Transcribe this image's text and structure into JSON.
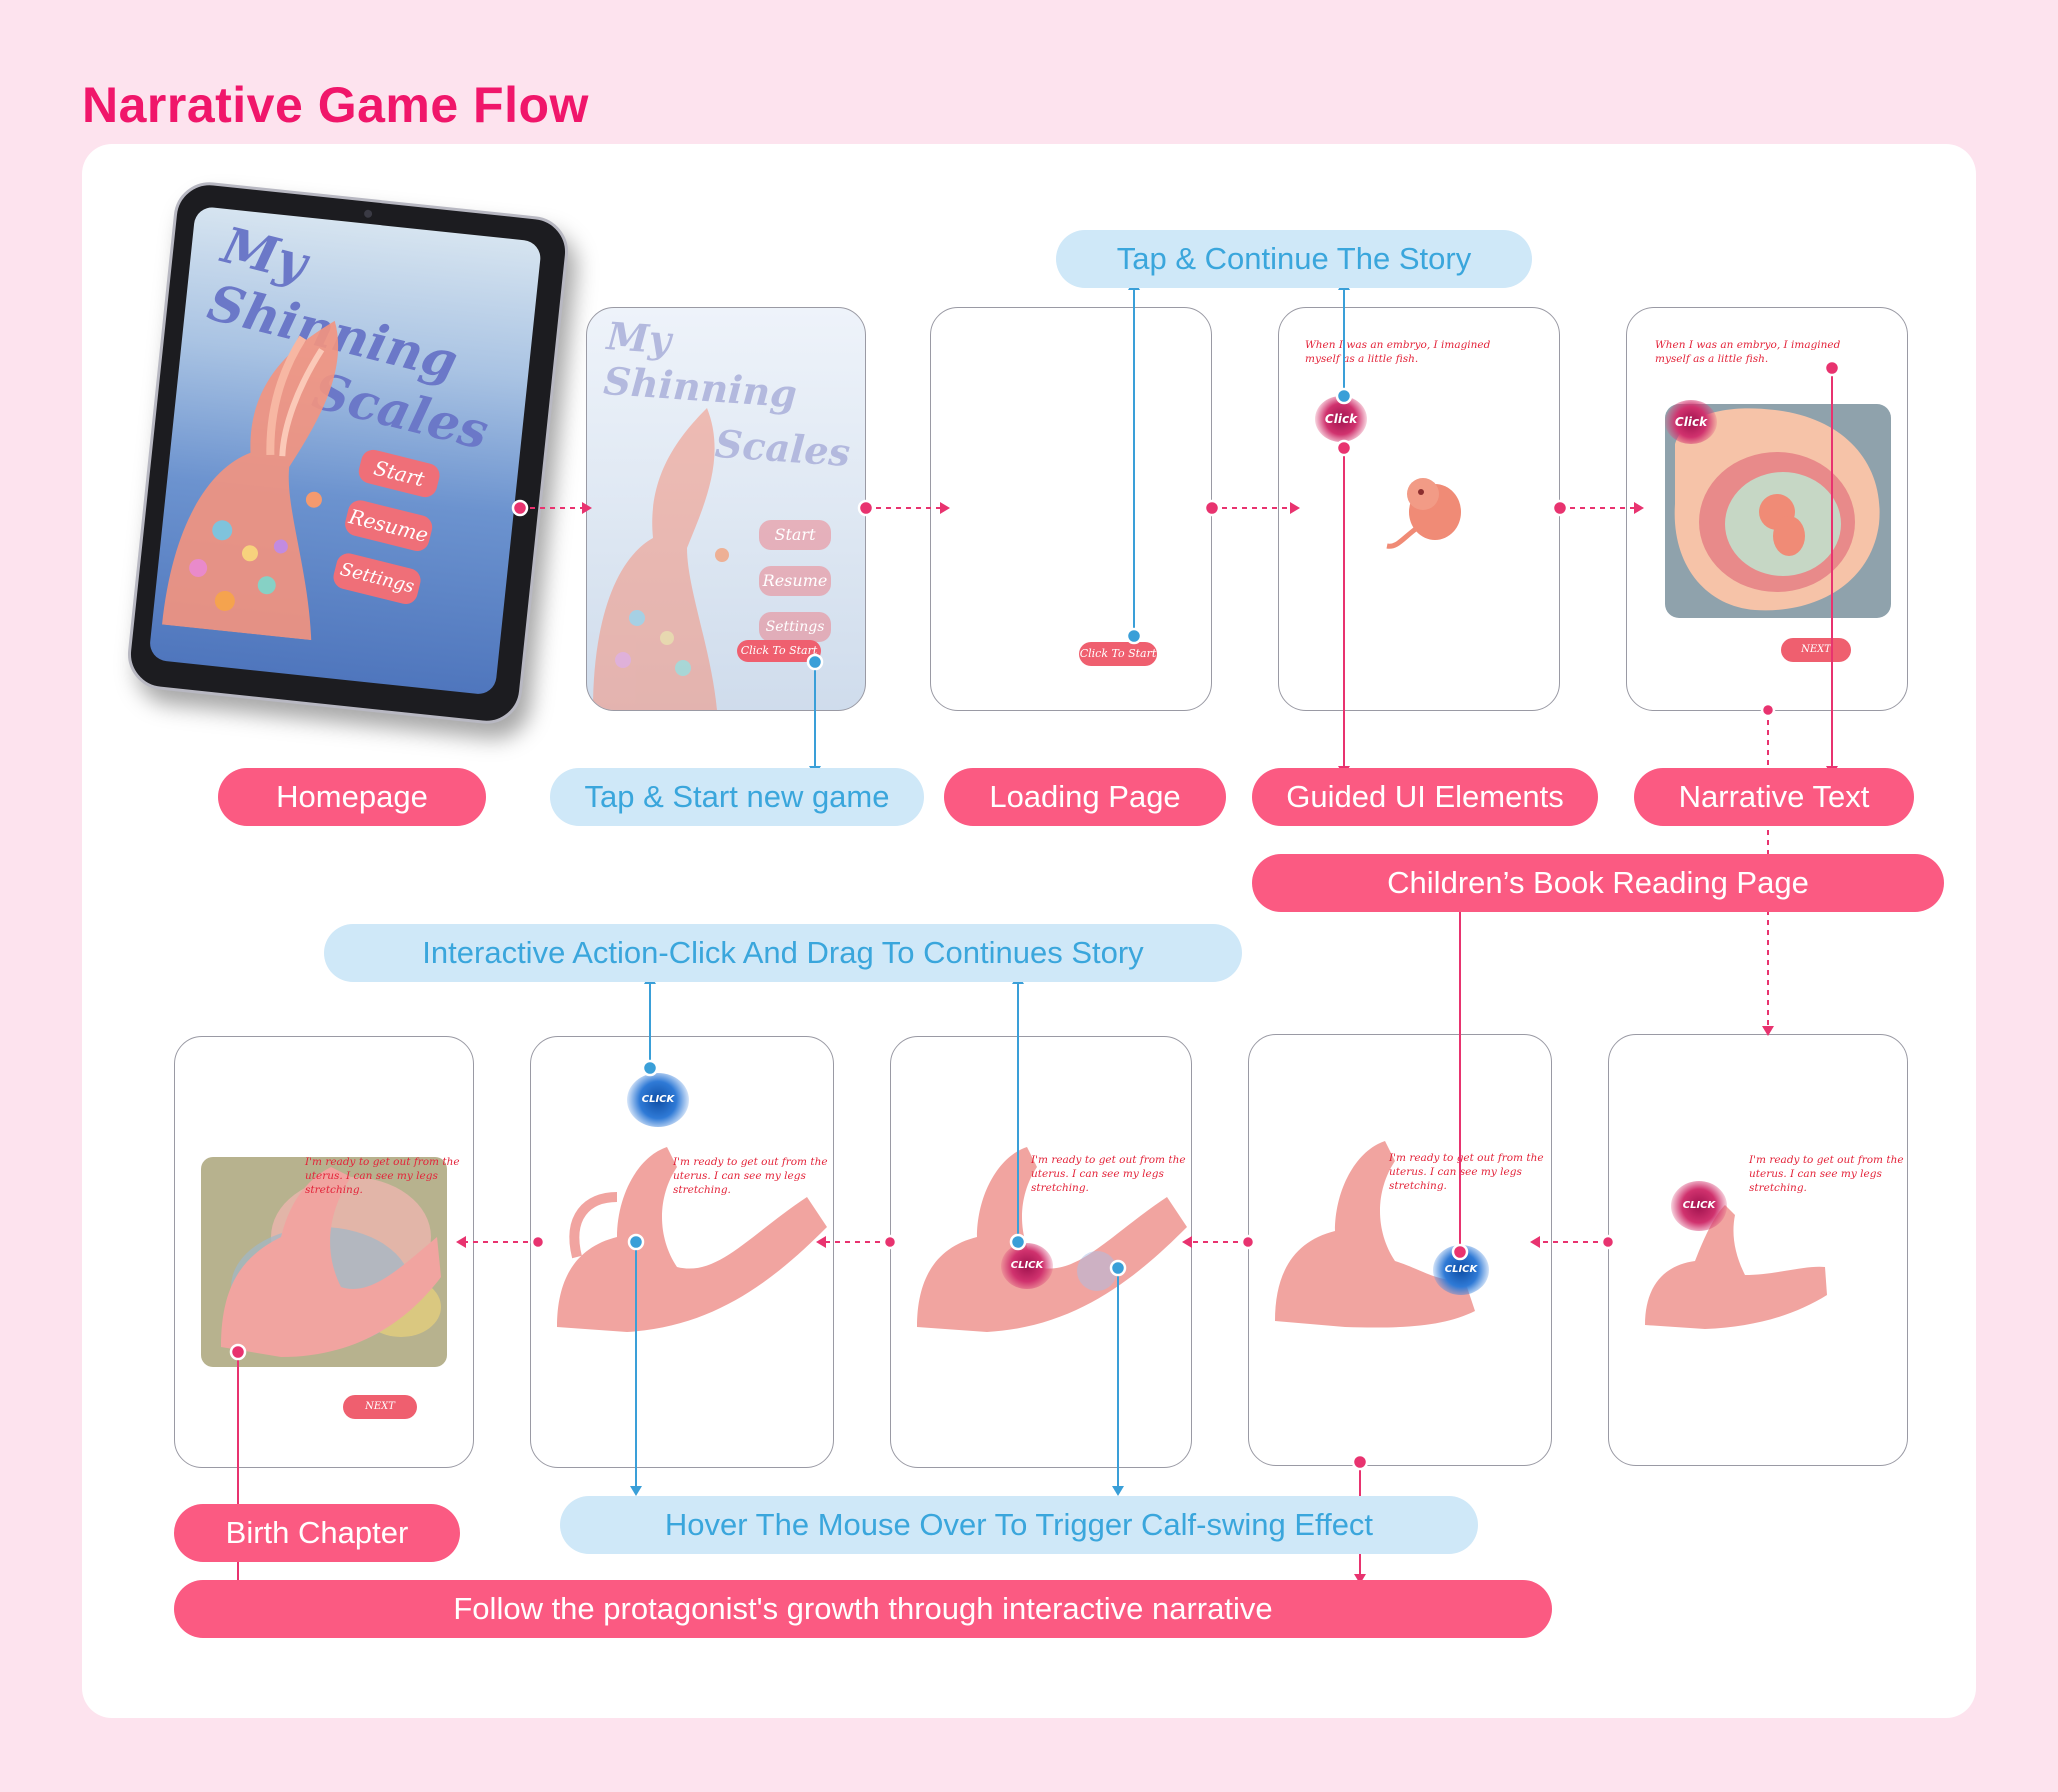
{
  "title": "Narrative Game Flow",
  "game": {
    "logo_line1": "My Shinning",
    "logo_line2": "Scales",
    "menu_start": "Start",
    "menu_resume": "Resume",
    "menu_settings": "Settings",
    "click_to_start": "Click To Start",
    "click_label": "Click",
    "click_label_upper": "CLICK",
    "next_label": "NEXT",
    "story_embryo": "When I was an embryo, I imagined myself as a little fish.",
    "story_birth": "I'm ready to get out from the uterus. I can see my legs stretching."
  },
  "labels": {
    "homepage": "Homepage",
    "tap_start": "Tap & Start new game",
    "loading": "Loading Page",
    "guided_ui": "Guided UI Elements",
    "narrative_text": "Narrative Text",
    "childrens_book": "Children’s Book Reading Page",
    "tap_continue": "Tap & Continue The Story",
    "interactive_action": "Interactive Action-Click And Drag To Continues Story",
    "hover": "Hover The Mouse Over To Trigger Calf-swing Effect",
    "birth_chapter": "Birth Chapter",
    "follow": "Follow the protagonist's growth through interactive narrative"
  },
  "colors": {
    "background": "#fde3ee",
    "title": "#f0166a",
    "pink_pill": "#fb5a82",
    "blue_pill": "#cfe8f8",
    "blue_text": "#3aa6dc",
    "pink_line": "#e8336f",
    "blue_line": "#3a9fd8"
  }
}
